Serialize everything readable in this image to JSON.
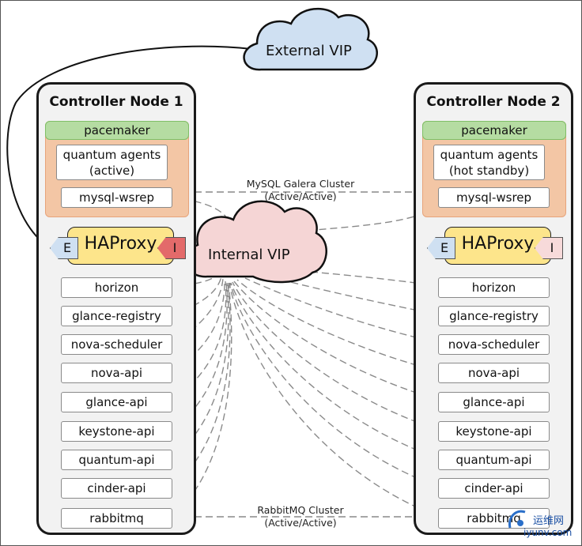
{
  "external_vip": "External VIP",
  "internal_vip": "Internal VIP",
  "mysql_cluster": {
    "line1": "MySQL Galera Cluster",
    "line2": "(Active/Active)"
  },
  "rabbitmq_cluster": {
    "line1": "RabbitMQ Cluster",
    "line2": "(Active/Active)"
  },
  "node1": {
    "title": "Controller Node 1",
    "pacemaker": "pacemaker",
    "quantum_agents": {
      "line1": "quantum agents",
      "line2": "(active)"
    },
    "mysql": "mysql-wsrep",
    "haproxy": "HAProxy",
    "port_e": "E",
    "port_i": "I",
    "services": [
      "horizon",
      "glance-registry",
      "nova-scheduler",
      "nova-api",
      "glance-api",
      "keystone-api",
      "quantum-api",
      "cinder-api",
      "rabbitmq"
    ]
  },
  "node2": {
    "title": "Controller Node 2",
    "pacemaker": "pacemaker",
    "quantum_agents": {
      "line1": "quantum agents",
      "line2": "(hot standby)"
    },
    "mysql": "mysql-wsrep",
    "haproxy": "HAProxy",
    "port_e": "E",
    "port_i": "I",
    "services": [
      "horizon",
      "glance-registry",
      "nova-scheduler",
      "nova-api",
      "glance-api",
      "keystone-api",
      "quantum-api",
      "cinder-api",
      "rabbitmq"
    ]
  },
  "watermark": {
    "line1": "运维网",
    "line2": "iyunv.com"
  },
  "colors": {
    "external_cloud": "#cfe0f2",
    "internal_cloud": "#f5d5d5",
    "pacemaker": "#b5dca2",
    "pacemaker_group": "#f3c6a5",
    "haproxy": "#fde58b",
    "port_i_active": "#e36a6a",
    "port_i_standby": "#f7dada",
    "port_e": "#cfe0f2"
  }
}
